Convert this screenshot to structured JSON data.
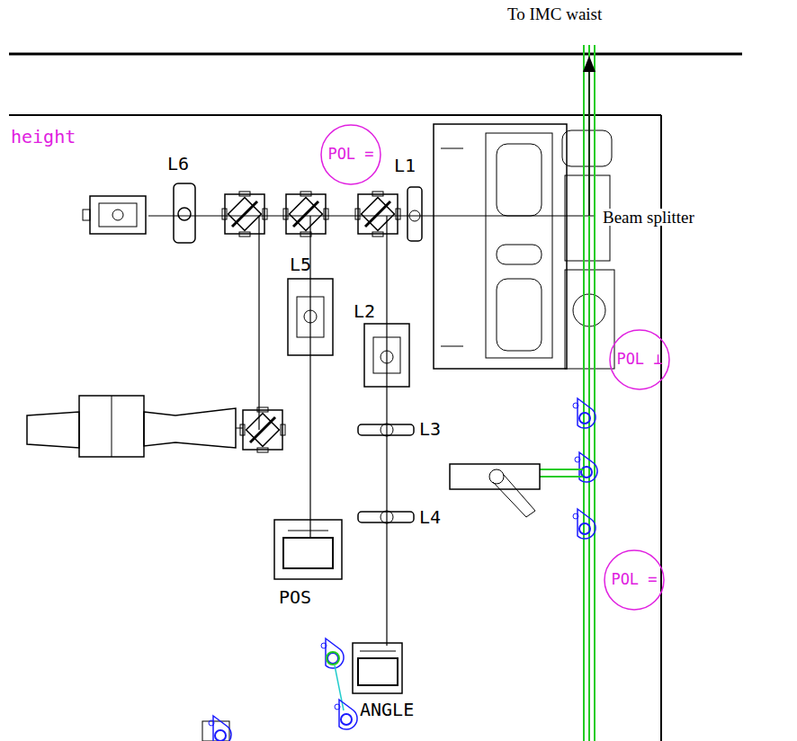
{
  "diagram": {
    "nodes": [
      {
        "text": [
          "POL ="
        ]
      },
      {
        "text": [
          "POL ⊥"
        ]
      },
      {
        "text": [
          "POL ="
        ]
      }
    ],
    "labels": [
      "To IMC waist",
      "height",
      "L6",
      "L1",
      "Beam splitter",
      "L5",
      "L2",
      "L3",
      "L4",
      "POS",
      "ANGLE"
    ]
  }
}
